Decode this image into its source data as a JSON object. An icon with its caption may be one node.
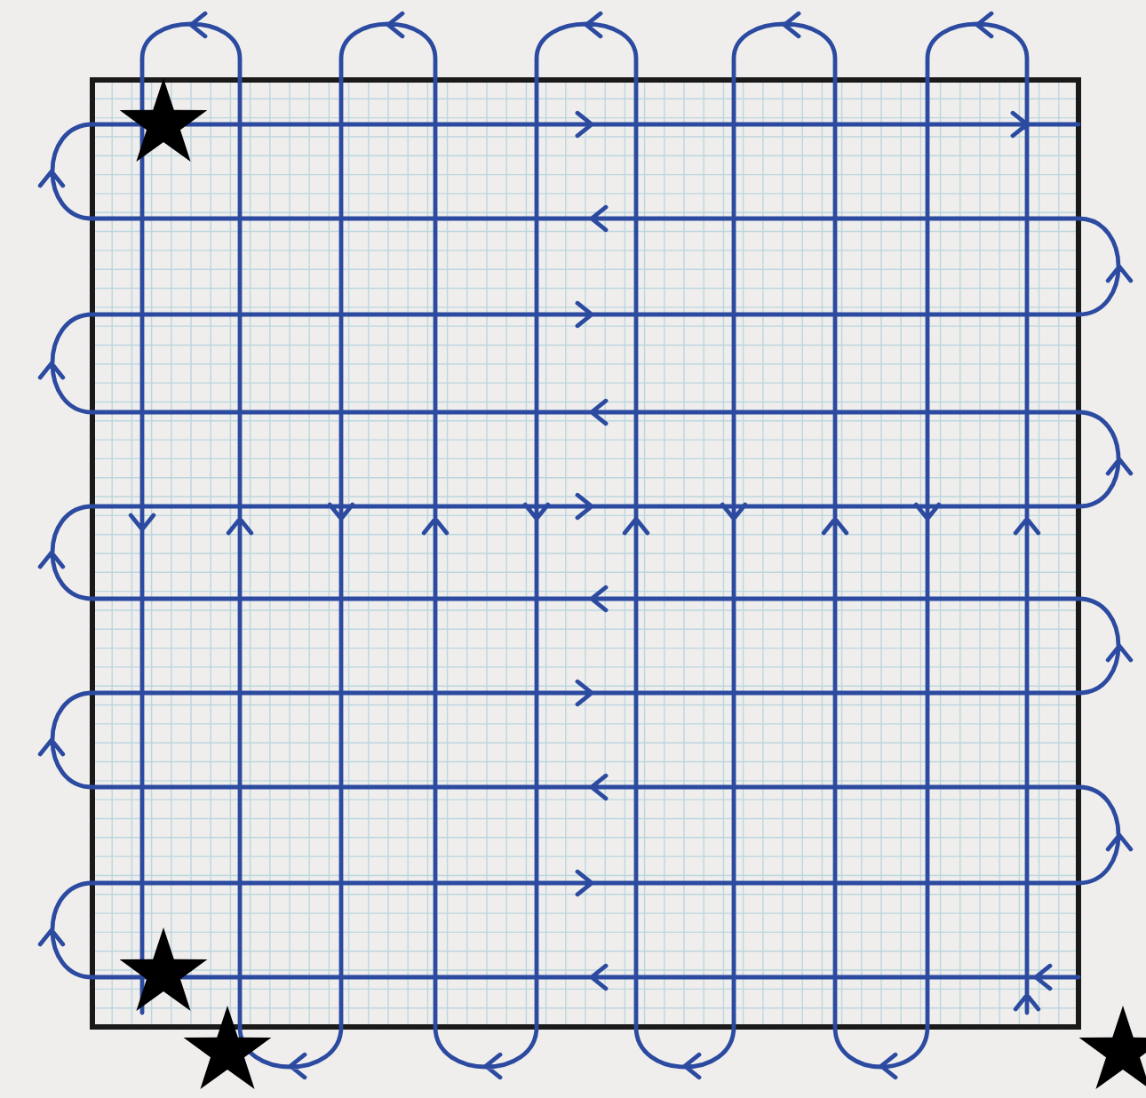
{
  "diagram": {
    "nodes": [
      {
        "text": [],
        "shape": "star"
      },
      {
        "text": [],
        "shape": "star"
      },
      {
        "text": [],
        "shape": "star"
      },
      {
        "text": [],
        "shape": "star"
      }
    ]
  }
}
